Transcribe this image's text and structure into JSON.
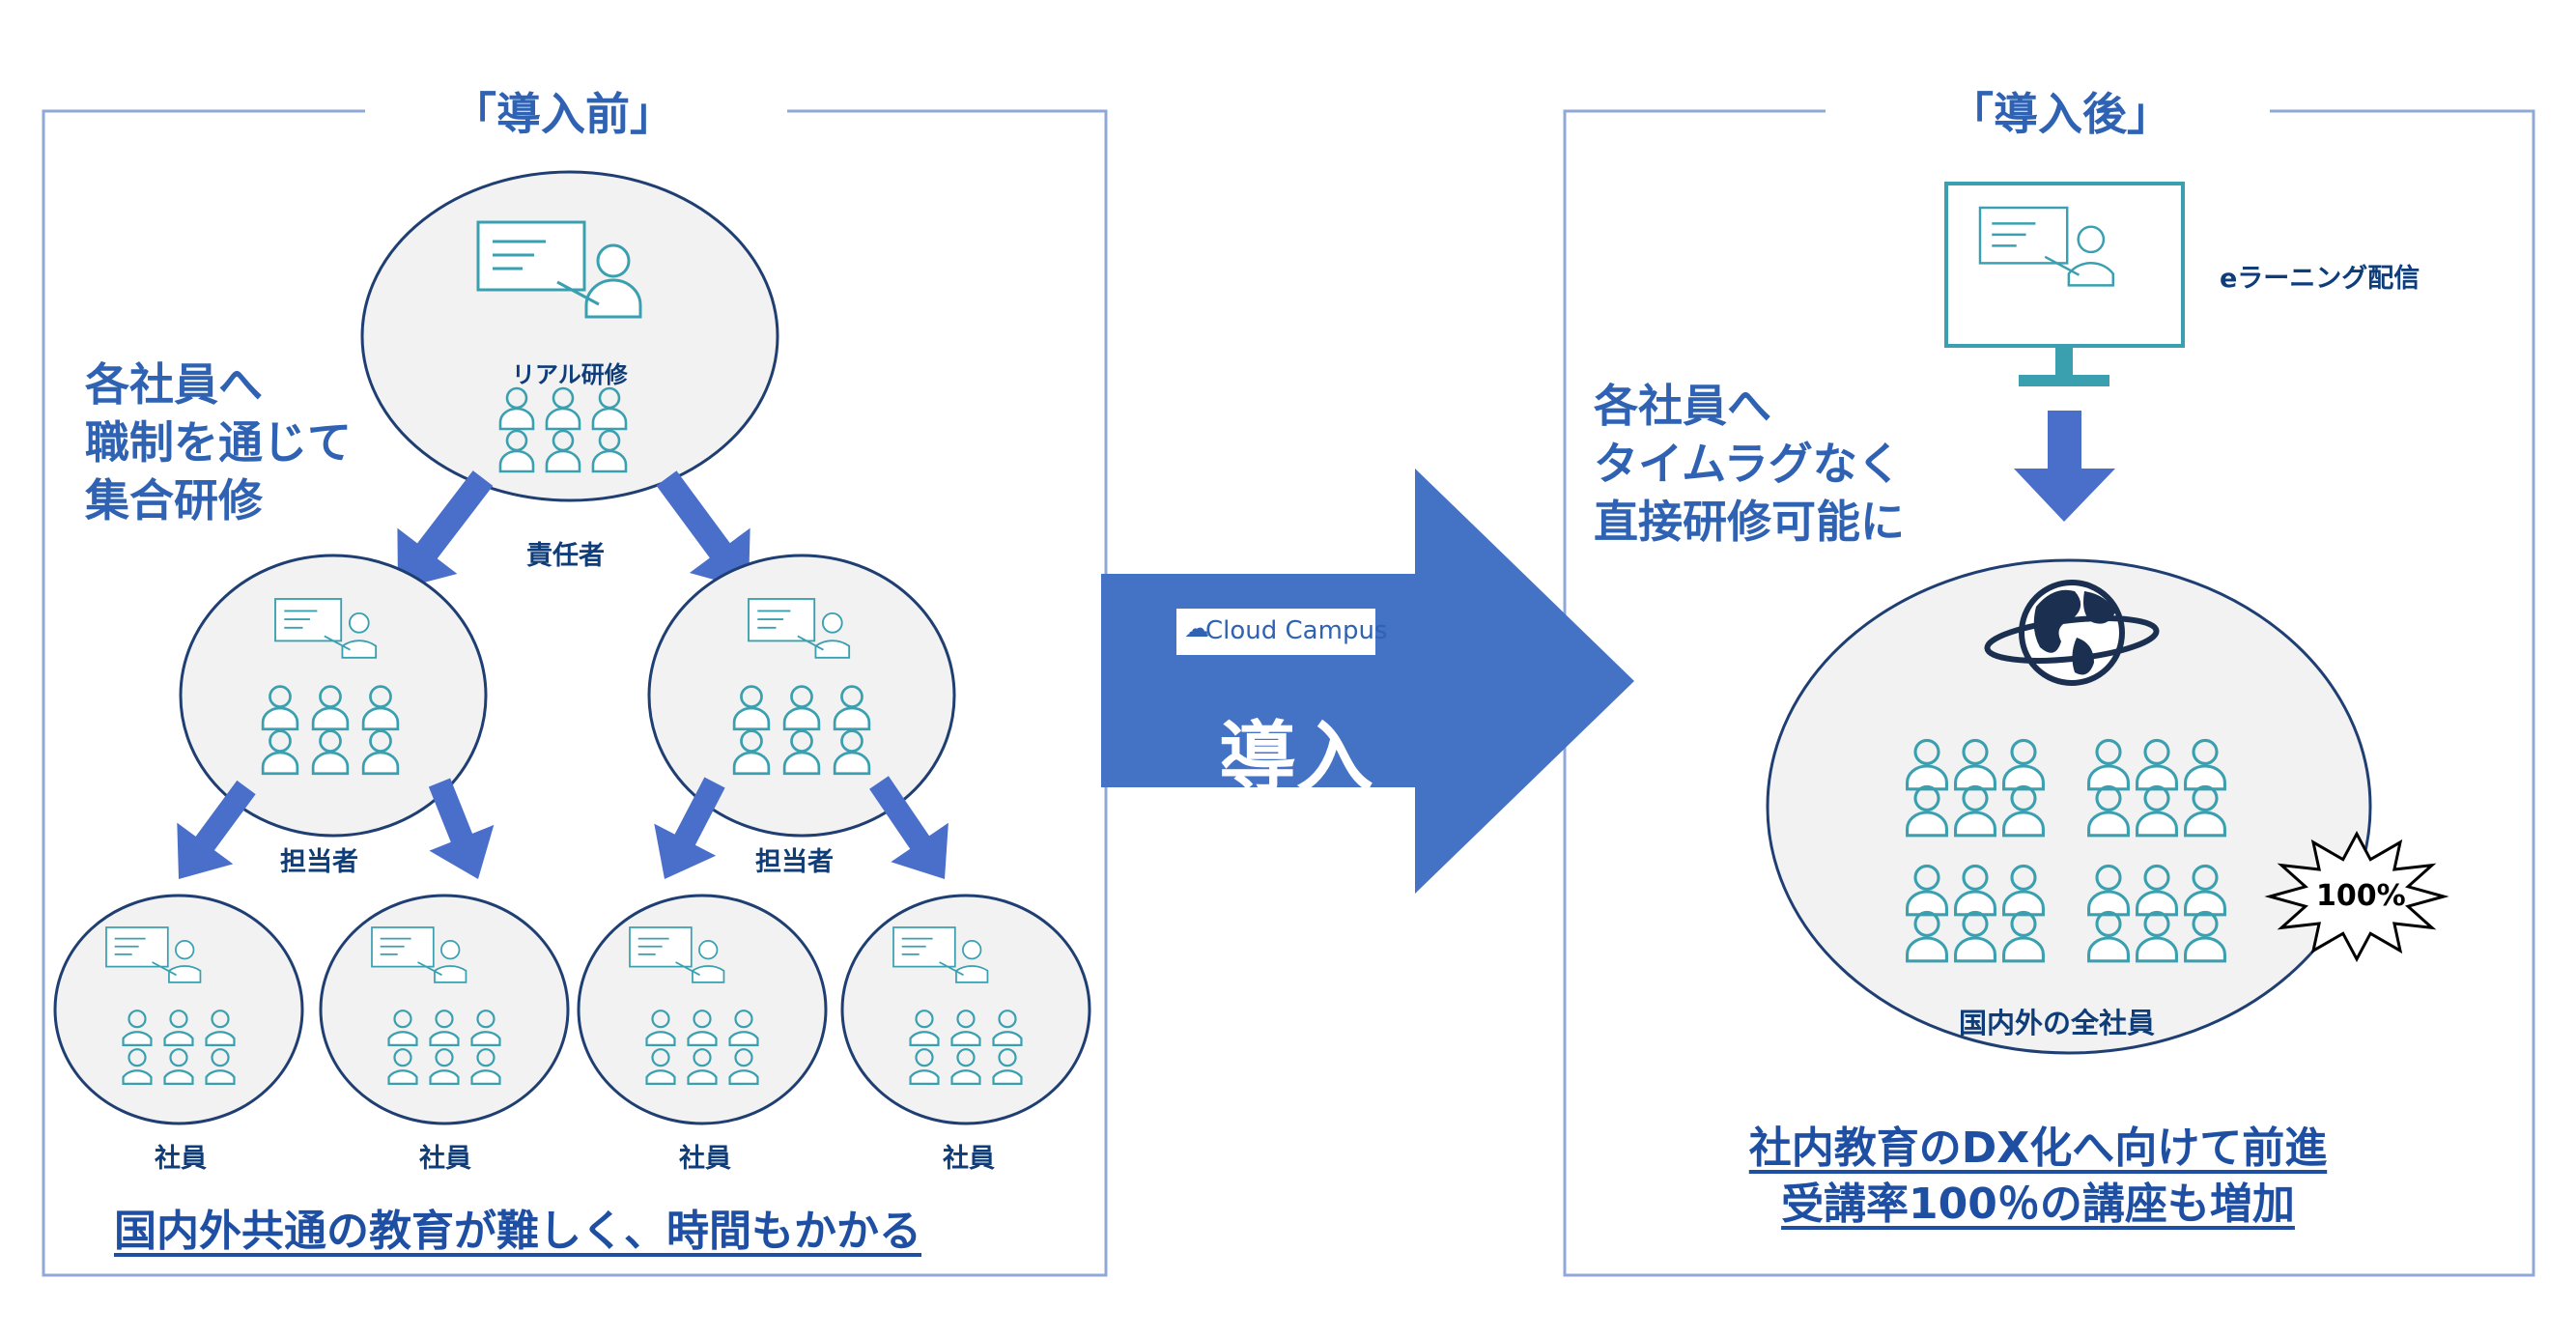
{
  "colors": {
    "frame": "#8fa8d8",
    "circle_fill": "#f2f2f2",
    "circle_stroke": "#1f3f73",
    "arrow": "#4a6fcb",
    "big_arrow": "#4472c4",
    "icon_teal": "#3aa0b0",
    "text_blue": "#2f62b3",
    "text_dark": "#0f3d7a"
  },
  "before": {
    "title": "「導入前」",
    "description": [
      "各社員へ",
      "職制を通じて",
      "集合研修"
    ],
    "top_node": {
      "title": "リアル研修",
      "caption": "責任者"
    },
    "mid_caption": "担当者",
    "leaf_caption": "社員",
    "headline": "国内外共通の教育が難しく、時間もかかる"
  },
  "transition": {
    "logo": "Cloud Campus",
    "label": "導入"
  },
  "after": {
    "title": "「導入後」",
    "description": [
      "各社員へ",
      "タイムラグなく",
      "直接研修可能に"
    ],
    "elearning_label": "eラーニング配信",
    "all_staff_caption": "国内外の全社員",
    "badge": "100%",
    "headline": [
      "社内教育のDX化へ向けて前進",
      "受講率100％の講座も増加"
    ]
  }
}
